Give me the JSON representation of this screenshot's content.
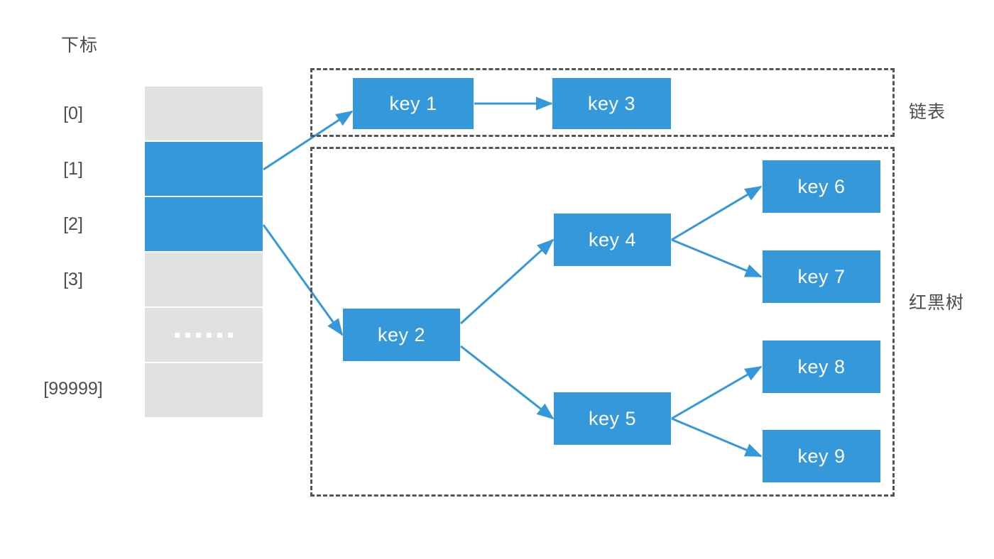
{
  "diagram": {
    "title_left": "下标",
    "groups": [
      {
        "id": "linked-list",
        "label": "链表"
      },
      {
        "id": "red-black-tree",
        "label": "红黑树"
      }
    ],
    "colors": {
      "node_blue": "#3498db",
      "cell_gray": "#e1e1e1",
      "arrow_blue": "#3498db",
      "dashed_border": "#555555",
      "text_gray": "#4d4d4d",
      "node_text": "#ffffff",
      "background": "#ffffff"
    },
    "array": {
      "cells": [
        {
          "label": "[0]",
          "state": "empty",
          "content": ""
        },
        {
          "label": "[1]",
          "state": "filled",
          "content": ""
        },
        {
          "label": "[2]",
          "state": "filled",
          "content": ""
        },
        {
          "label": "[3]",
          "state": "empty",
          "content": ""
        },
        {
          "label": "",
          "state": "empty",
          "content": "......"
        },
        {
          "label": "[99999]",
          "state": "empty",
          "content": ""
        }
      ]
    },
    "nodes": [
      {
        "id": "key1",
        "label": "key 1",
        "group": "linked-list"
      },
      {
        "id": "key3",
        "label": "key 3",
        "group": "linked-list"
      },
      {
        "id": "key2",
        "label": "key 2",
        "group": "red-black-tree"
      },
      {
        "id": "key4",
        "label": "key 4",
        "group": "red-black-tree"
      },
      {
        "id": "key5",
        "label": "key 5",
        "group": "red-black-tree"
      },
      {
        "id": "key6",
        "label": "key 6",
        "group": "red-black-tree"
      },
      {
        "id": "key7",
        "label": "key 7",
        "group": "red-black-tree"
      },
      {
        "id": "key8",
        "label": "key 8",
        "group": "red-black-tree"
      },
      {
        "id": "key9",
        "label": "key 9",
        "group": "red-black-tree"
      }
    ],
    "edges": [
      {
        "from": "cell[1]",
        "to": "key1"
      },
      {
        "from": "key1",
        "to": "key3"
      },
      {
        "from": "cell[2]",
        "to": "key2"
      },
      {
        "from": "key2",
        "to": "key4"
      },
      {
        "from": "key2",
        "to": "key5"
      },
      {
        "from": "key4",
        "to": "key6"
      },
      {
        "from": "key4",
        "to": "key7"
      },
      {
        "from": "key5",
        "to": "key8"
      },
      {
        "from": "key5",
        "to": "key9"
      }
    ]
  }
}
